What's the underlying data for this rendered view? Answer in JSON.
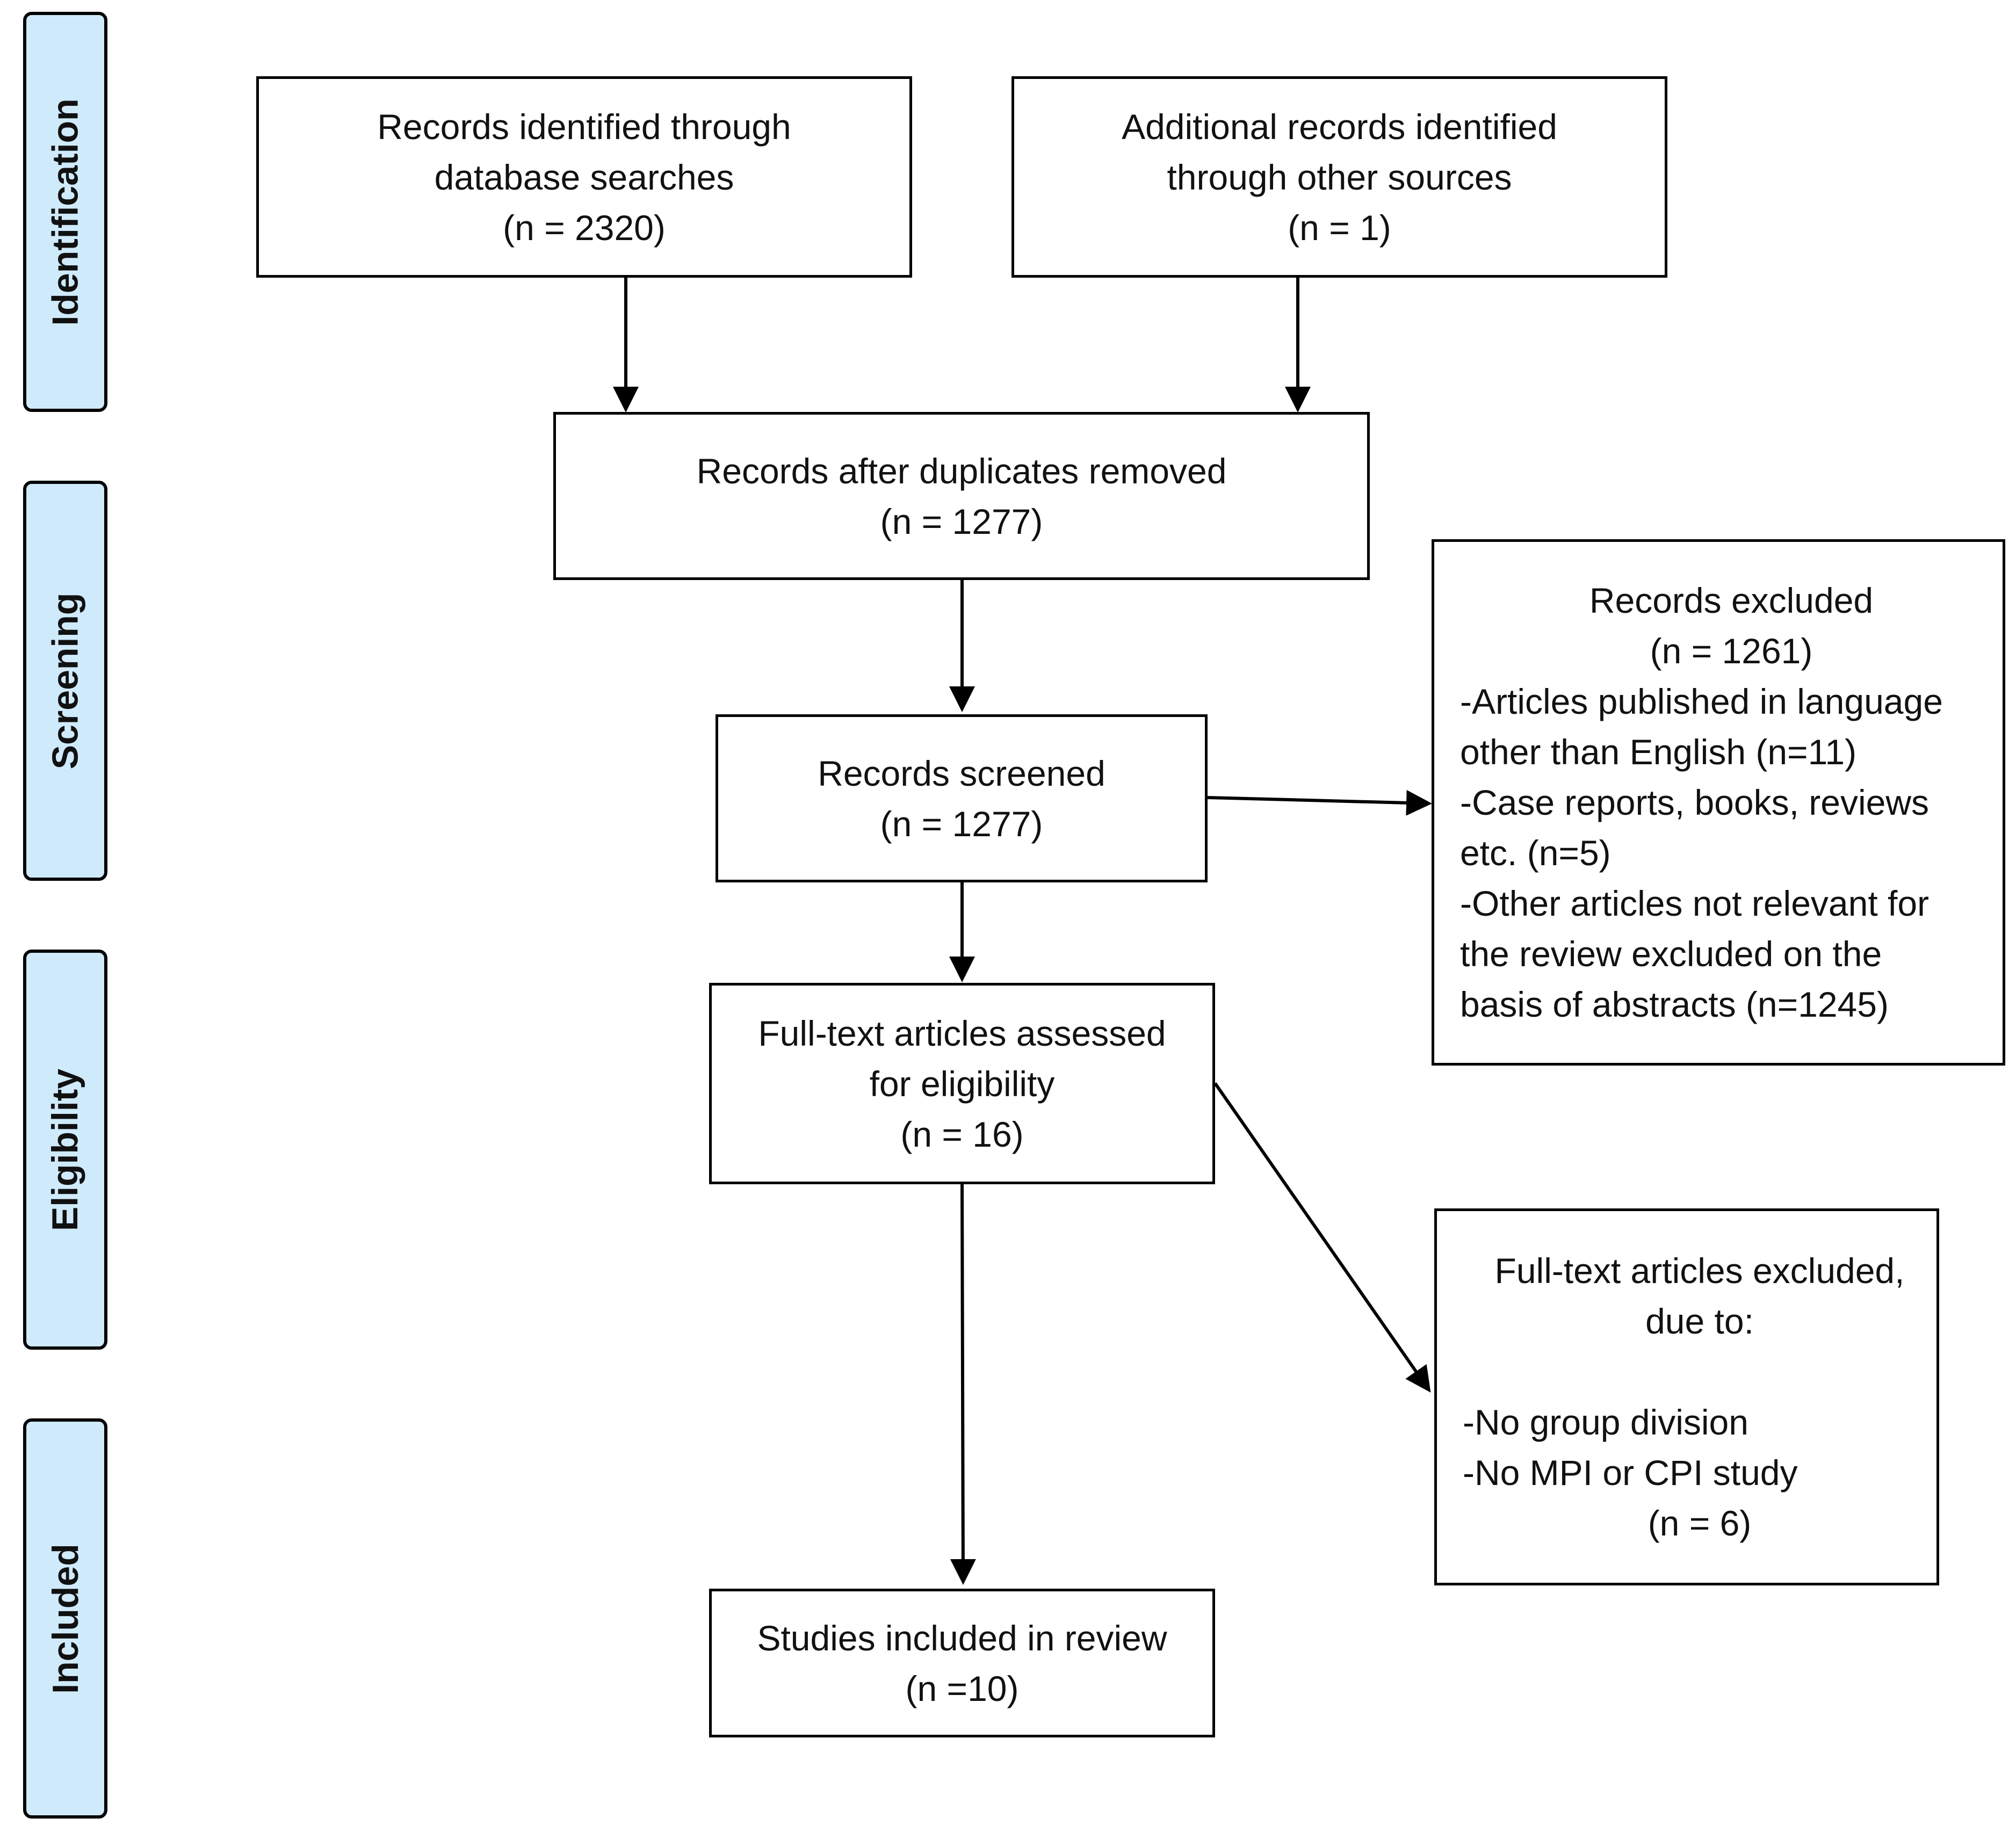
{
  "phases": {
    "identification": "Identification",
    "screening": "Screening",
    "eligibility": "Eligibility",
    "included": "Included"
  },
  "boxes": {
    "database_records": {
      "lines": [
        "Records identified through",
        "database searches",
        "(n = 2320)"
      ]
    },
    "additional_records": {
      "lines": [
        "Additional records identified",
        "through other sources",
        "(n = 1)"
      ]
    },
    "after_duplicates": {
      "lines": [
        "Records after duplicates removed",
        "(n = 1277)"
      ]
    },
    "screened": {
      "lines": [
        "Records screened",
        "(n = 1277)"
      ]
    },
    "excluded": {
      "title": "Records excluded",
      "count": "(n = 1261)",
      "lines": [
        "-Articles published in language",
        "other than English (n=11)",
        "-Case reports, books, reviews",
        "etc. (n=5)",
        "-Other articles not relevant for",
        "the review excluded on the",
        "basis of abstracts (n=1245)"
      ]
    },
    "fulltext_assessed": {
      "lines": [
        "Full-text articles assessed",
        "for eligibility",
        "(n = 16)"
      ]
    },
    "fulltext_excluded": {
      "title_lines": [
        "Full-text articles excluded,",
        "due to:"
      ],
      "reasons": [
        "-No group division",
        "-No MPI or CPI study"
      ],
      "count": "(n = 6)"
    },
    "included_studies": {
      "lines": [
        "Studies included in review",
        "(n =10)"
      ]
    }
  }
}
